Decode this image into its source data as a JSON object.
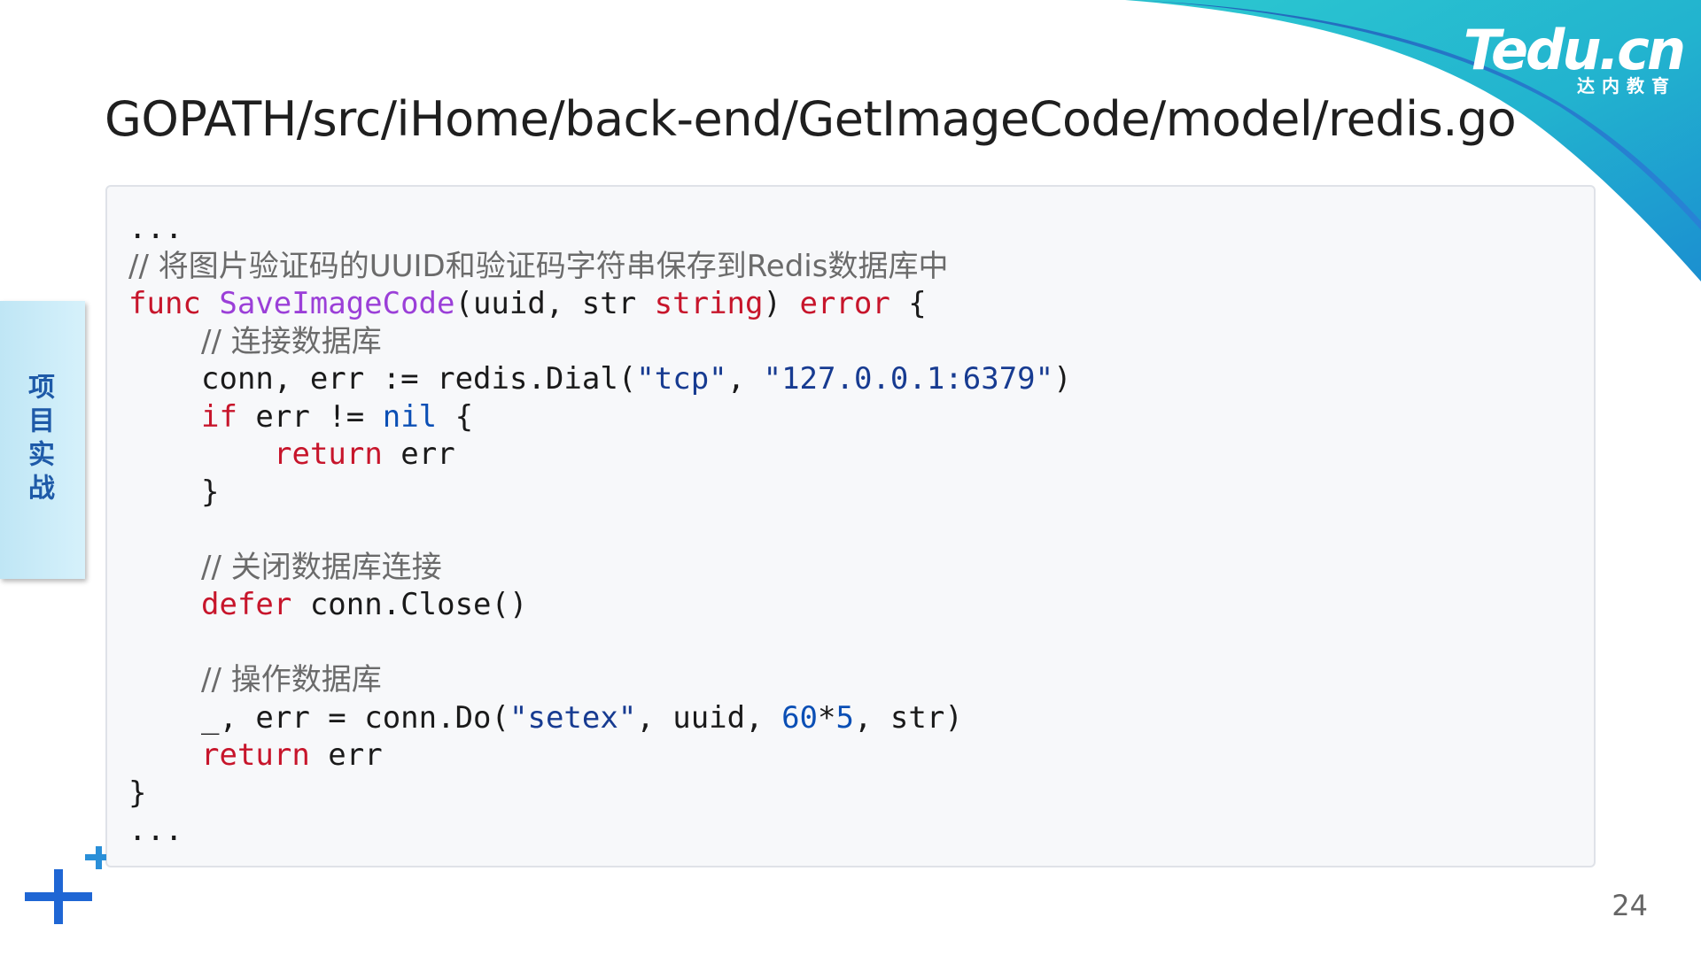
{
  "slide": {
    "title": "GOPATH/src/iHome/back-end/GetImageCode/model/redis.go",
    "side_tab": "项目实战",
    "page_number": "24",
    "brand": {
      "logo_text": "Tedu.cn",
      "tagline": "达内教育"
    },
    "colors": {
      "accent_teal": "#2fc3cf",
      "accent_blue": "#1f66d4",
      "title": "#1f1f1f",
      "keyword": "#c7152b",
      "function_name": "#9b3fd8",
      "string": "#173b91",
      "comment": "#6b6b6b"
    }
  },
  "code": {
    "lines": [
      {
        "indent": 0,
        "tokens": [
          {
            "t": "plain",
            "v": "..."
          }
        ]
      },
      {
        "indent": 0,
        "tokens": [
          {
            "t": "comment",
            "v": "// 将图片验证码的UUID和验证码字符串保存到Redis数据库中"
          }
        ]
      },
      {
        "indent": 0,
        "tokens": [
          {
            "t": "keyword",
            "v": "func"
          },
          {
            "t": "plain",
            "v": " "
          },
          {
            "t": "func",
            "v": "SaveImageCode"
          },
          {
            "t": "plain",
            "v": "(uuid, str "
          },
          {
            "t": "keyword",
            "v": "string"
          },
          {
            "t": "plain",
            "v": ") "
          },
          {
            "t": "keyword",
            "v": "error"
          },
          {
            "t": "plain",
            "v": " {"
          }
        ]
      },
      {
        "indent": 1,
        "tokens": [
          {
            "t": "comment",
            "v": "// 连接数据库"
          }
        ]
      },
      {
        "indent": 1,
        "tokens": [
          {
            "t": "plain",
            "v": "conn, err := redis.Dial("
          },
          {
            "t": "string",
            "v": "\"tcp\""
          },
          {
            "t": "plain",
            "v": ", "
          },
          {
            "t": "string",
            "v": "\"127.0.0.1:6379\""
          },
          {
            "t": "plain",
            "v": ")"
          }
        ]
      },
      {
        "indent": 1,
        "tokens": [
          {
            "t": "keyword",
            "v": "if"
          },
          {
            "t": "plain",
            "v": " err != "
          },
          {
            "t": "nil",
            "v": "nil"
          },
          {
            "t": "plain",
            "v": " {"
          }
        ]
      },
      {
        "indent": 2,
        "tokens": [
          {
            "t": "keyword",
            "v": "return"
          },
          {
            "t": "plain",
            "v": " err"
          }
        ]
      },
      {
        "indent": 1,
        "tokens": [
          {
            "t": "plain",
            "v": "}"
          }
        ]
      },
      {
        "indent": 0,
        "tokens": []
      },
      {
        "indent": 1,
        "tokens": [
          {
            "t": "comment",
            "v": "// 关闭数据库连接"
          }
        ]
      },
      {
        "indent": 1,
        "tokens": [
          {
            "t": "keyword",
            "v": "defer"
          },
          {
            "t": "plain",
            "v": " conn.Close()"
          }
        ]
      },
      {
        "indent": 0,
        "tokens": []
      },
      {
        "indent": 1,
        "tokens": [
          {
            "t": "comment",
            "v": "// 操作数据库"
          }
        ]
      },
      {
        "indent": 1,
        "tokens": [
          {
            "t": "plain",
            "v": "_, err = conn.Do("
          },
          {
            "t": "string",
            "v": "\"setex\""
          },
          {
            "t": "plain",
            "v": ", uuid, "
          },
          {
            "t": "number",
            "v": "60"
          },
          {
            "t": "plain",
            "v": "*"
          },
          {
            "t": "number",
            "v": "5"
          },
          {
            "t": "plain",
            "v": ", str)"
          }
        ]
      },
      {
        "indent": 1,
        "tokens": [
          {
            "t": "keyword",
            "v": "return"
          },
          {
            "t": "plain",
            "v": " err"
          }
        ]
      },
      {
        "indent": 0,
        "tokens": [
          {
            "t": "plain",
            "v": "}"
          }
        ]
      },
      {
        "indent": 0,
        "tokens": [
          {
            "t": "plain",
            "v": "..."
          }
        ]
      }
    ]
  }
}
